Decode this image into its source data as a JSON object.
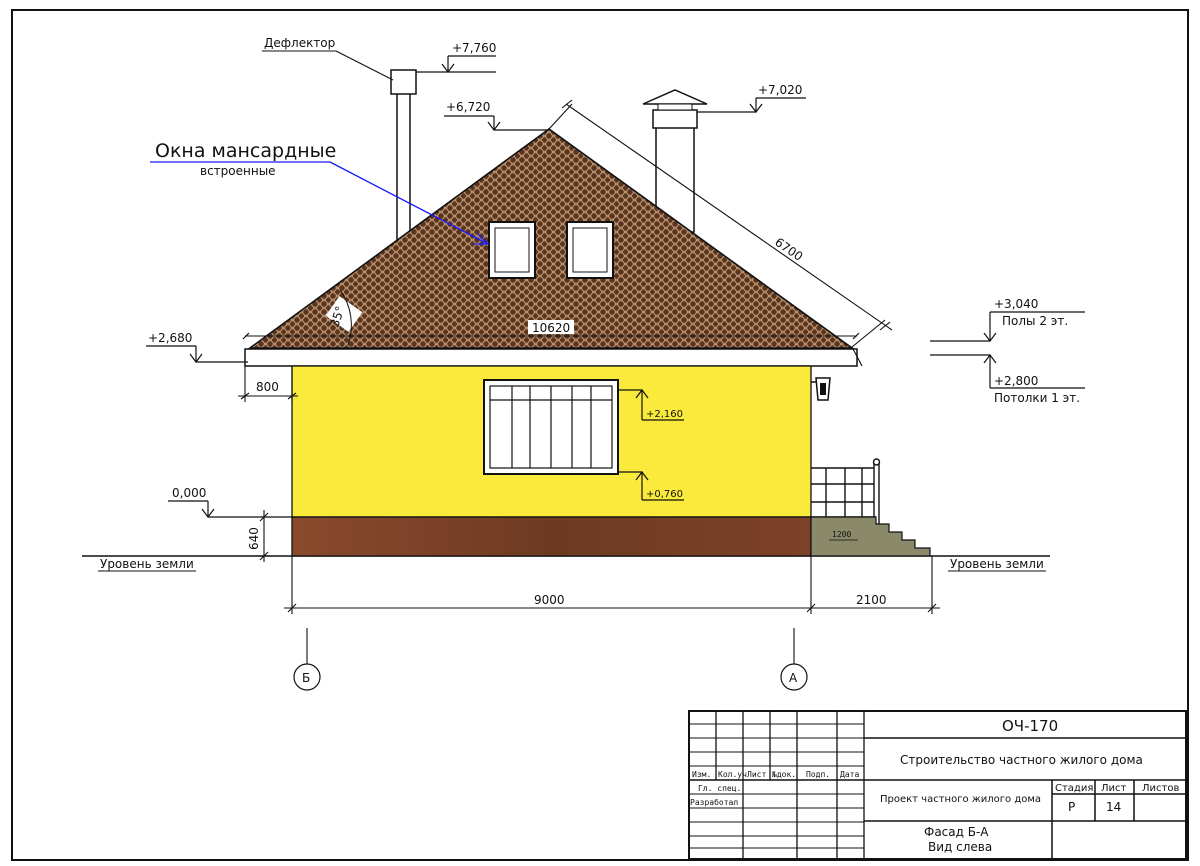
{
  "colors": {
    "wall": "#f9ea3c",
    "plinth": "#7a4027",
    "roof_tile": "#6b4226",
    "roof_line": "#c9a27a",
    "stair": "#8a8a6a",
    "leader_blue": "#1a1aff"
  },
  "annotations": {
    "deflector": "Дефлектор",
    "dormer_title": "Окна мансардные",
    "dormer_sub": "встроенные",
    "angle": "35°",
    "floors_2": "Полы 2 эт.",
    "ceilings_1": "Потолки 1 эт.",
    "ground_left": "Уровень земли",
    "ground_right": "Уровень земли"
  },
  "elevations": {
    "e7760": "+7,760",
    "e7020": "+7,020",
    "e6720": "+6,720",
    "e3040": "+3,040",
    "e2800": "+2,800",
    "e2680": "+2,680",
    "e2160": "+2,160",
    "e0760": "+0,760",
    "e0000": "0,000"
  },
  "dimensions": {
    "rafter": "6700",
    "roof_width": "10620",
    "overhang": "800",
    "plinth": "640",
    "house_width": "9000",
    "porch_width": "2100",
    "porch_step": "1200"
  },
  "axes": {
    "left": "Б",
    "right": "А"
  },
  "title_block": {
    "code": "ОЧ-170",
    "project": "Строительство частного жилого дома",
    "subproject": "Проект частного жилого дома",
    "sheet_title_1": "Фасад Б-А",
    "sheet_title_2": "Вид слева",
    "col_stage": "Стадия",
    "col_sheet": "Лист",
    "col_sheets": "Листов",
    "stage_value": "Р",
    "sheet_value": "14",
    "sheets_value": "",
    "headers": [
      "Изм.",
      "Кол.уч",
      "Лист",
      "№док.",
      "Подп.",
      "Дата"
    ],
    "role_1": "Гл. спец.",
    "role_2": "Разработал"
  }
}
